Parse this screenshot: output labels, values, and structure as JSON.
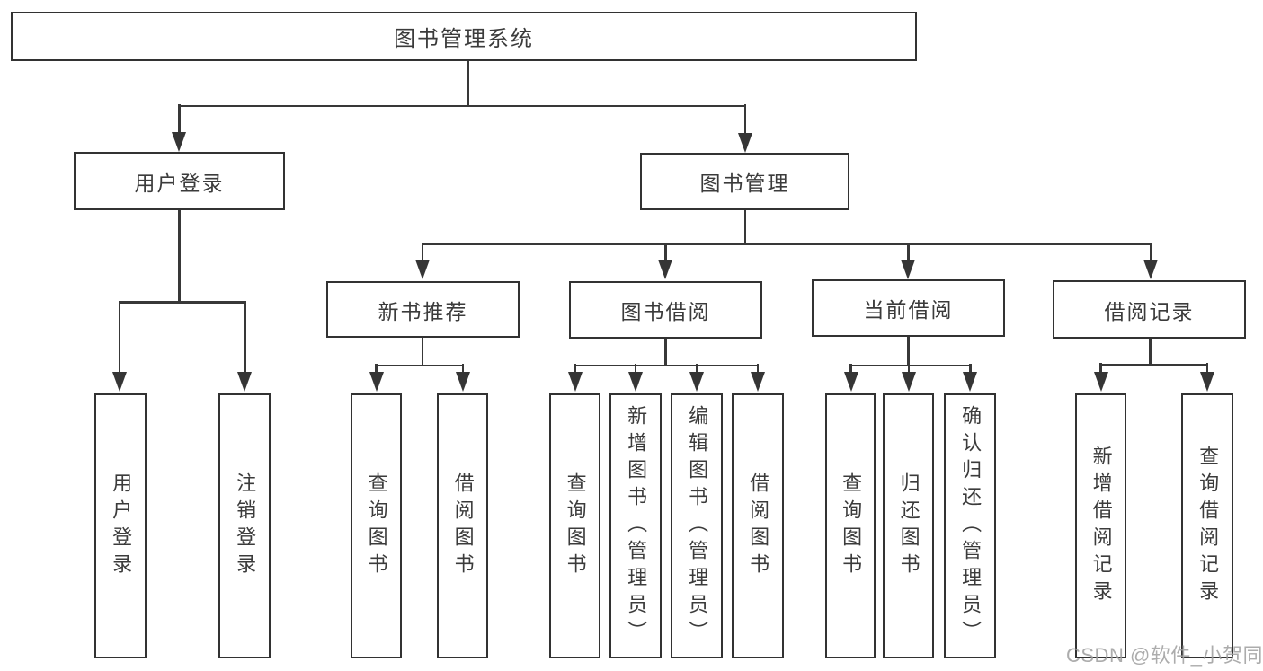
{
  "colors": {
    "line": "#383838",
    "border": "#323232",
    "text": "#3b3b3b",
    "watermark": "#9e9e9e",
    "background": "#ffffff"
  },
  "watermark": "CSDN @软件_小贺同学",
  "tree": {
    "root": "图书管理系统",
    "children": [
      {
        "label": "用户登录",
        "children": [
          "用户登录",
          "注销登录"
        ]
      },
      {
        "label": "图书管理",
        "children": [
          {
            "label": "新书推荐",
            "children": [
              "查询图书",
              "借阅图书"
            ]
          },
          {
            "label": "图书借阅",
            "children": [
              "查询图书",
              "新增图书（管理员）",
              "编辑图书（管理员）",
              "借阅图书"
            ]
          },
          {
            "label": "当前借阅",
            "children": [
              "查询图书",
              "归还图书",
              "确认归还（管理员）"
            ]
          },
          {
            "label": "借阅记录",
            "children": [
              "新增借阅记录",
              "查询借阅记录"
            ]
          }
        ]
      }
    ]
  }
}
